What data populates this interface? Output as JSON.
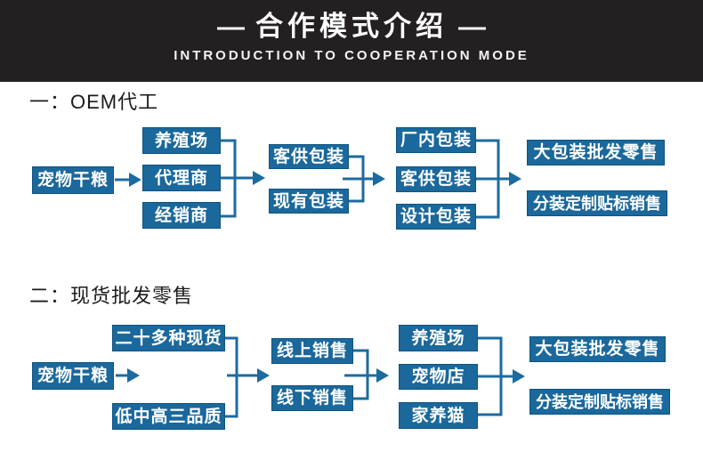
{
  "header": {
    "dash_left": "—",
    "title": "合作模式介绍",
    "dash_right": "—",
    "subtitle": "INTRODUCTION TO COOPERATION MODE"
  },
  "colors": {
    "banner_background": "#242021",
    "banner_text": "#ffffff",
    "flow_box_fill": "#1a689c",
    "flow_box_border": "#0f5480",
    "flow_box_text": "#ffffff",
    "connector_line": "#1c6ba0",
    "heading_text": "#1b1b1b"
  },
  "sections": [
    {
      "heading": "一：OEM代工",
      "source": "宠物干粮",
      "columns": [
        [
          "养殖场",
          "代理商",
          "经销商"
        ],
        [
          "客供包装",
          "现有包装"
        ],
        [
          "厂内包装",
          "客供包装",
          "设计包装"
        ],
        [
          "大包装批发零售",
          "分装定制贴标销售"
        ]
      ]
    },
    {
      "heading": "二：现货批发零售",
      "source": "宠物干粮",
      "columns": [
        [
          "二十多种现货",
          "低中高三品质"
        ],
        [
          "线上销售",
          "线下销售"
        ],
        [
          "养殖场",
          "宠物店",
          "家养猫"
        ],
        [
          "大包装批发零售",
          "分装定制贴标销售"
        ]
      ]
    }
  ]
}
